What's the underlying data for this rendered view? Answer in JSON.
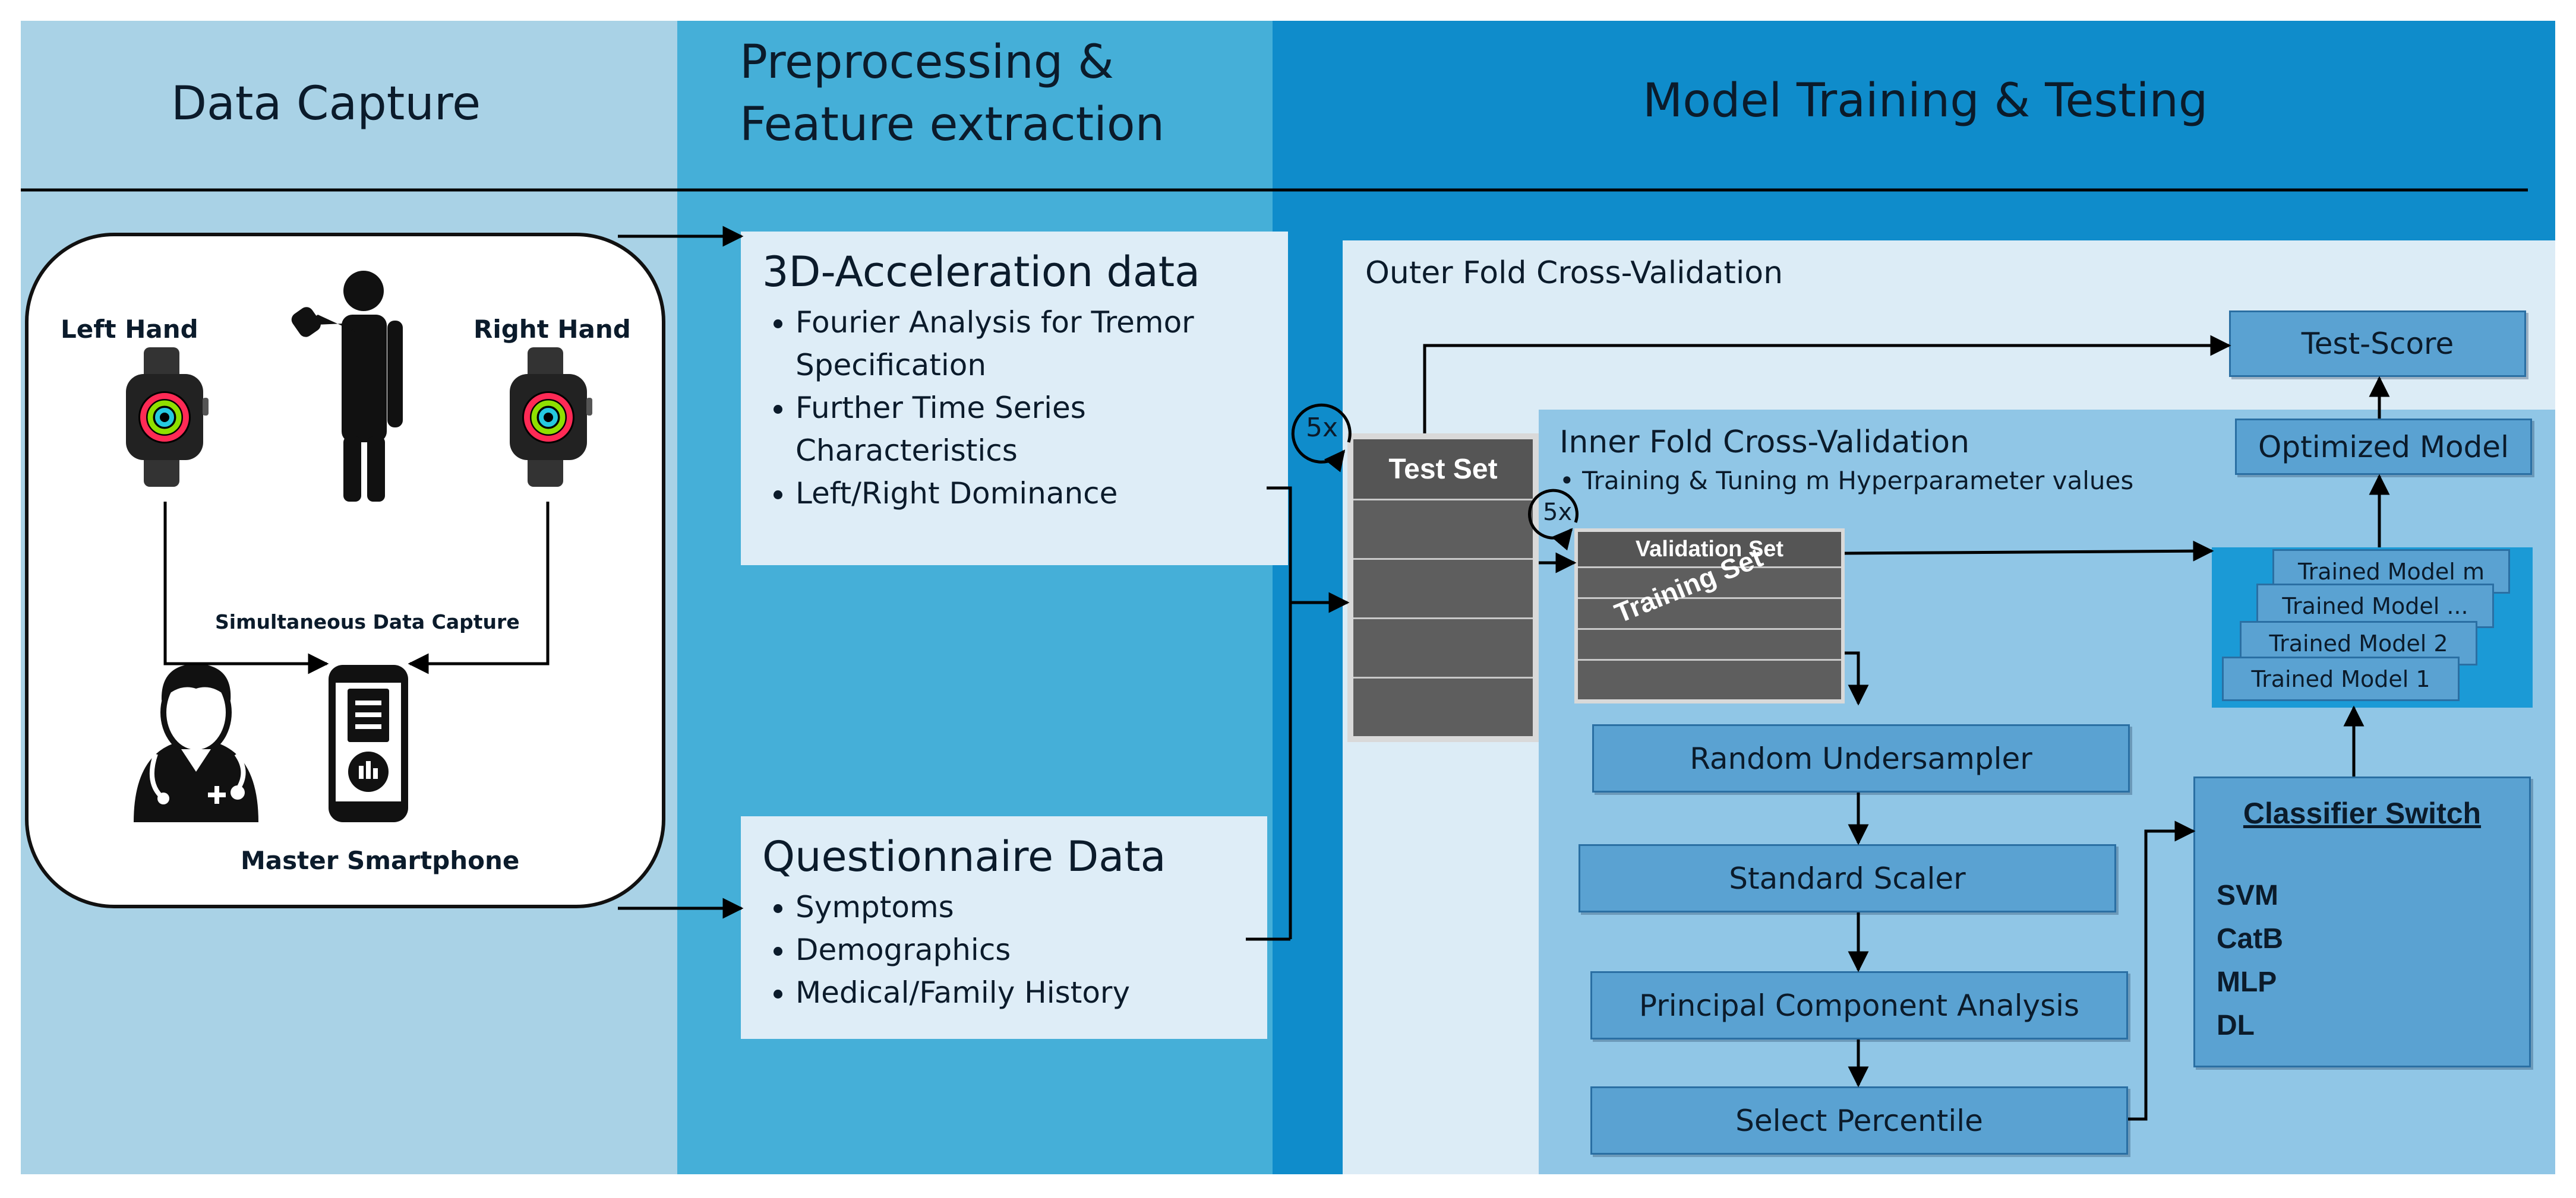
{
  "columns": {
    "capture": "Data Capture",
    "preprocessing_line1": "Preprocessing &",
    "preprocessing_line2": "Feature extraction",
    "training": "Model Training & Testing"
  },
  "capture": {
    "left_hand": "Left Hand",
    "right_hand": "Right Hand",
    "simultaneous": "Simultaneous Data Capture",
    "master": "Master Smartphone"
  },
  "acceleration": {
    "title": "3D-Acceleration data",
    "items": [
      "Fourier Analysis for Tremor Specification",
      "Further Time Series Characteristics",
      "Left/Right Dominance"
    ]
  },
  "questionnaire": {
    "title": "Questionnaire Data",
    "items": [
      "Symptoms",
      "Demographics",
      "Medical/Family History"
    ]
  },
  "outer": {
    "title": "Outer Fold Cross-Validation",
    "repeat": "5x",
    "test_set": "Test Set",
    "test_score": "Test-Score"
  },
  "inner": {
    "title": "Inner Fold Cross-Validation",
    "subtitle": "• Training & Tuning m Hyperparameter values",
    "repeat": "5x",
    "validation_set": "Validation Set",
    "training_set": "Training Set",
    "optimized": "Optimized Model"
  },
  "pipeline": [
    "Random Undersampler",
    "Standard Scaler",
    "Principal Component Analysis",
    "Select Percentile"
  ],
  "classifier": {
    "title": "Classifier Switch",
    "items": [
      "SVM",
      "CatB",
      "MLP",
      "DL"
    ]
  },
  "trained_models": [
    "Trained Model m",
    "Trained Model ...",
    "Trained Model 2",
    "Trained Model 1"
  ],
  "colors": {
    "capture_bg": "#a9d2e6",
    "preprocess_bg": "#45afd8",
    "training_bg": "#0f8ccb",
    "outer_bg": "#dcecf6",
    "inner_bg": "#90c6e6",
    "box": "#5aa2d2"
  }
}
